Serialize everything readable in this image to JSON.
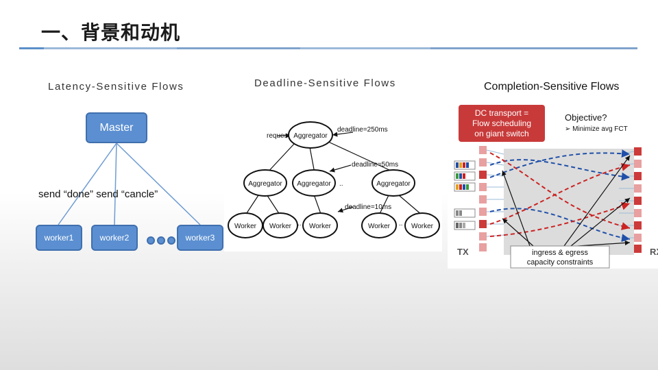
{
  "slide": {
    "title": "一、背景和动机"
  },
  "sections": {
    "latency": "Latency-Sensitive Flows",
    "deadline": "Deadline-Sensitive Flows",
    "completion": "Completion-Sensitive Flows"
  },
  "latency_diagram": {
    "master": "Master",
    "send_text": "send “done” send “cancle”",
    "workers": [
      "worker1",
      "worker2",
      "worker3"
    ]
  },
  "deadline_diagram": {
    "request": "request",
    "top_aggregator": "Aggregator",
    "deadline_top": "deadline=250ms",
    "deadline_mid": "deadline=50ms",
    "deadline_bottom": "deadline=10ms",
    "aggregators": [
      "Aggregator",
      "Aggregator",
      "Aggregator"
    ],
    "workers": [
      "Worker",
      "Worker",
      "Worker",
      "Worker",
      "Worker"
    ],
    "ellipsis": ".."
  },
  "completion_diagram": {
    "dc_box": [
      "DC transport =",
      "Flow scheduling",
      "on giant switch"
    ],
    "objective_title": "Objective?",
    "objective_item": "➢ Minimize avg FCT",
    "constraint_lines": [
      "ingress & egress",
      "capacity constraints"
    ],
    "tx_label": "TX",
    "rx_label": "RX",
    "colors": {
      "accent_red": "#c83a3a",
      "flow_blue": "#1f4fa8",
      "flow_red": "#cc2222"
    }
  }
}
